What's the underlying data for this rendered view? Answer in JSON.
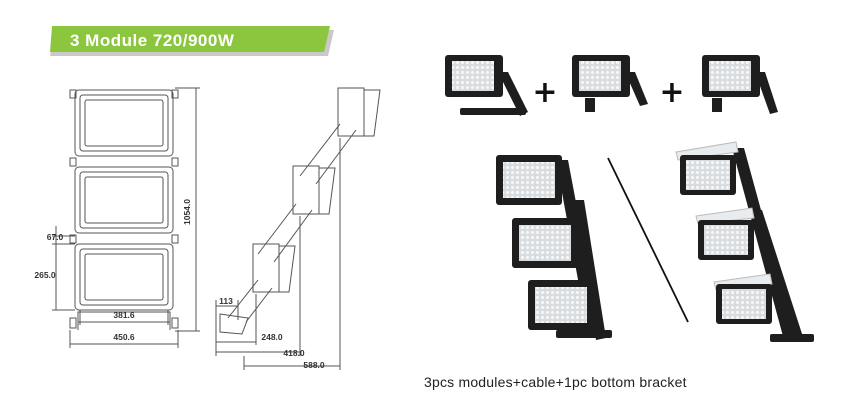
{
  "title": "3 Module 720/900W",
  "dimensions": {
    "total_height": "1054.0",
    "module_gap": "67.0",
    "module_height": "265.0",
    "inner_width": "381.6",
    "outer_width": "450.6",
    "bracket_base": "113",
    "offset_1": "248.0",
    "offset_2": "418.0",
    "offset_3": "588.0"
  },
  "plus_symbol": "+",
  "caption": "3pcs modules+cable+1pc bottom bracket",
  "colors": {
    "banner_green": "#8cc63f",
    "banner_shadow": "#c9c9c9",
    "fixture_black": "#1e1e1e",
    "led_gray": "#cfd3d6"
  }
}
